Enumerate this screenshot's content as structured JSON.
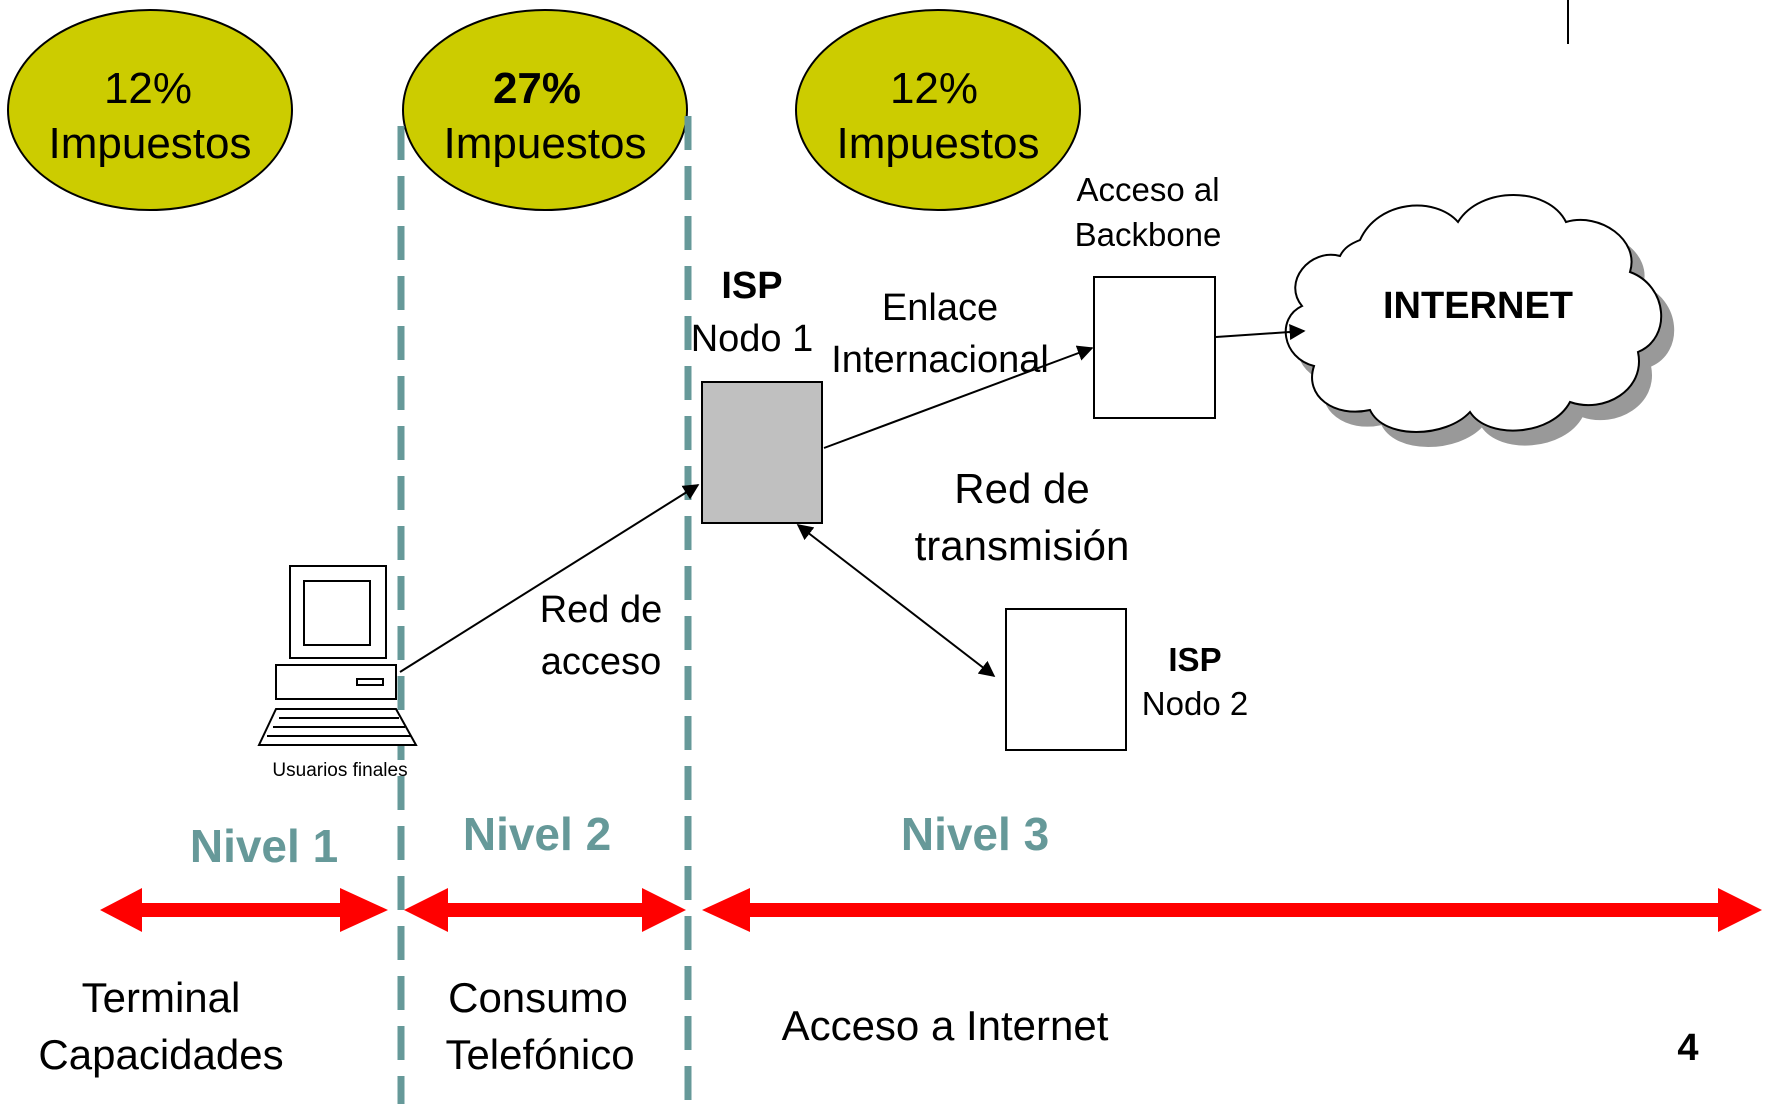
{
  "taxes": [
    {
      "percent": "12%",
      "label": "Impuestos"
    },
    {
      "percent": "27%",
      "label": "Impuestos"
    },
    {
      "percent": "12%",
      "label": "Impuestos"
    }
  ],
  "backbone": {
    "line1": "Acceso al",
    "line2": "Backbone"
  },
  "internet": {
    "label": "INTERNET"
  },
  "isp_node1": {
    "title": "ISP",
    "name": "Nodo 1"
  },
  "isp_node2": {
    "title": "ISP",
    "name": "Nodo 2"
  },
  "link_international": {
    "line1": "Enlace",
    "line2": "Internacional"
  },
  "transmission_network": {
    "line1": "Red de",
    "line2": "transmisión"
  },
  "access_network": {
    "line1": "Red de",
    "line2": "acceso"
  },
  "end_users": {
    "label": "Usuarios finales"
  },
  "levels": [
    {
      "label": "Nivel 1",
      "desc_line1": "Terminal",
      "desc_line2": "Capacidades"
    },
    {
      "label": "Nivel 2",
      "desc_line1": "Consumo",
      "desc_line2": "Telefónico"
    },
    {
      "label": "Nivel 3",
      "desc_line1": "Acceso a Internet",
      "desc_line2": ""
    }
  ],
  "page_number": "4",
  "colors": {
    "tax_ellipse_fill": "#CCCC00",
    "level_text": "#669999",
    "divider": "#669999",
    "arrow": "#FF0000",
    "node1_fill": "#C0C0C0",
    "cloud_shadow": "#999999"
  }
}
